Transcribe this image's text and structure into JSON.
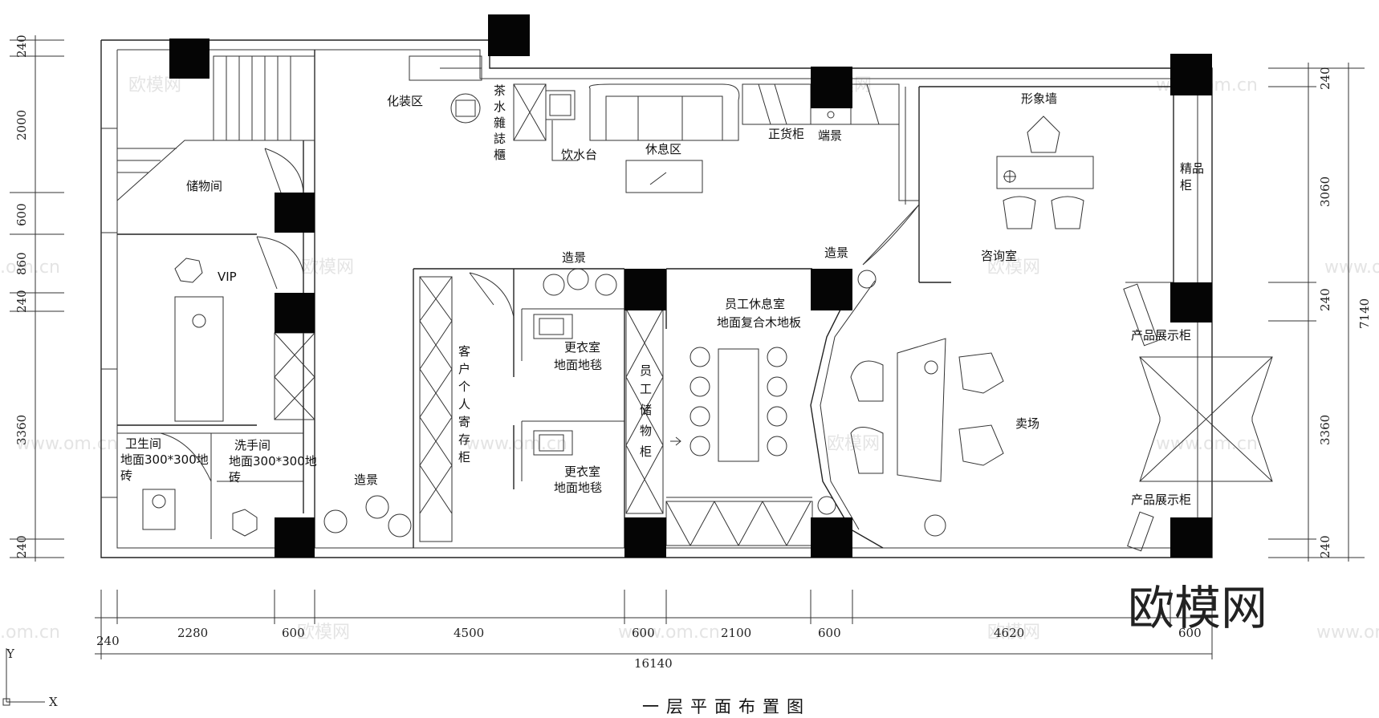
{
  "title": "一层平面布置图",
  "watermark": {
    "brand": "欧模网",
    "url": "www.om.cn",
    "url_short": ".om.cn"
  },
  "rooms": {
    "makeup": "化装区",
    "tea_counter": [
      "茶",
      "水",
      "雜",
      "誌",
      "櫃"
    ],
    "water": "饮水台",
    "lounge": "休息区",
    "goods_cabinet": "正货柜",
    "end_display": "端景",
    "image_wall": "形象墙",
    "boutique_cabinet": [
      "精品",
      "柜"
    ],
    "storage": "储物间",
    "vip": "VIP",
    "feature_top": "造景",
    "feature_right": "造景",
    "feature_bottom": "造景",
    "consult": "咨询室",
    "staff_lounge": "员工休息室",
    "staff_floor": "地面复合木地板",
    "locker": [
      "客",
      "户",
      "个",
      "人",
      "寄",
      "存",
      "柜"
    ],
    "changing1": "更衣室",
    "changing1_floor": "地面地毯",
    "changing2": "更衣室",
    "changing2_floor": "地面地毯",
    "staff_cabinet": [
      "员",
      "工",
      "储",
      "物",
      "柜"
    ],
    "product_cabinet_1": "产品展示柜",
    "product_cabinet_2": "产品展示柜",
    "sales": "卖场",
    "wc": "卫生间",
    "wc_floor": "地面300*300地",
    "wc_floor_2": "砖",
    "washroom": "洗手间",
    "wash_floor": "地面300*300地",
    "wash_floor_2": "砖"
  },
  "dims_bottom": [
    "240",
    "2280",
    "600",
    "4500",
    "600",
    "2100",
    "600",
    "4620",
    "600"
  ],
  "dim_total": "16140",
  "dims_left": [
    "240",
    "2000",
    "600",
    "860",
    "240",
    "3360",
    "240"
  ],
  "dims_right": [
    "240",
    "3060",
    "240",
    "3360",
    "240"
  ],
  "dim_right_total": "7140",
  "axes": {
    "x": "X",
    "y": "Y"
  }
}
